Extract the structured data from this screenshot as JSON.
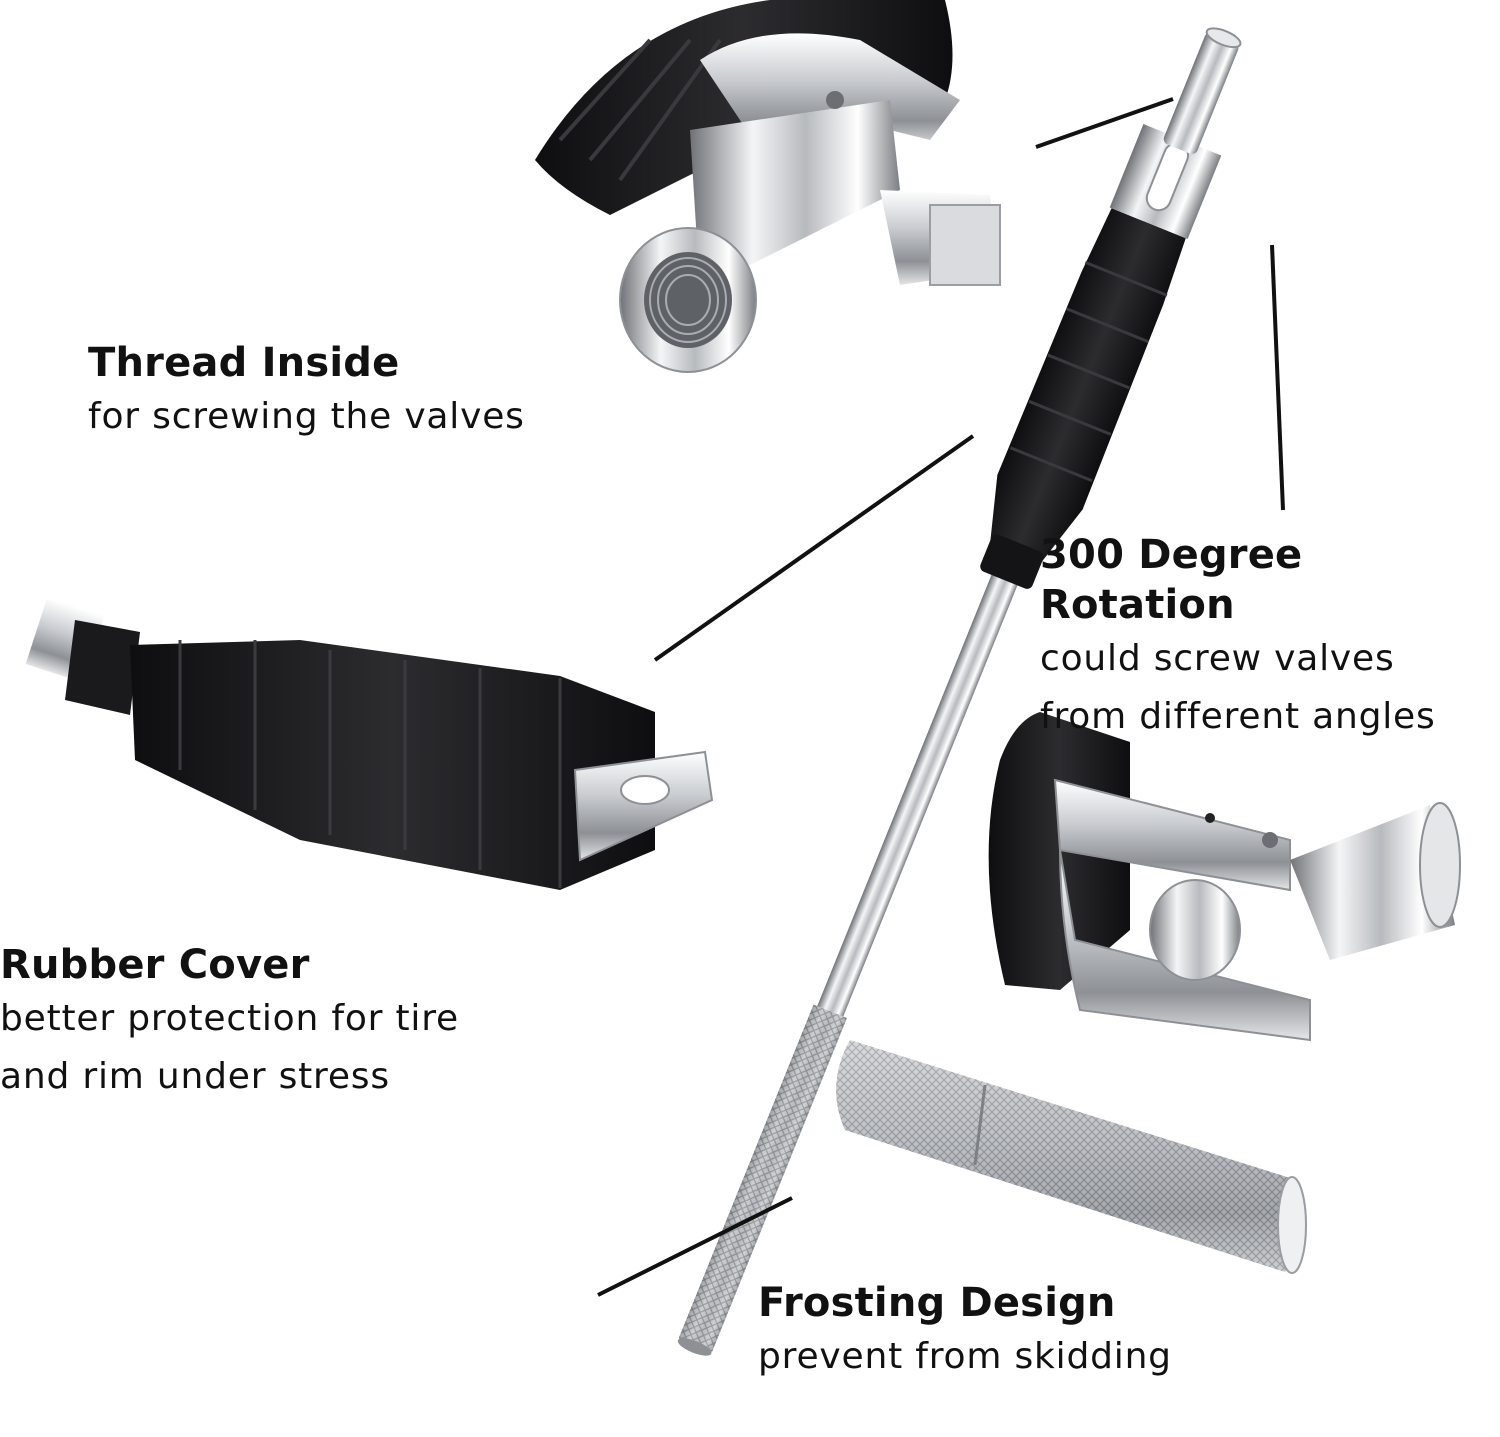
{
  "callouts": {
    "thread": {
      "title": "Thread Inside",
      "desc": [
        "for screwing the valves"
      ]
    },
    "rotation": {
      "title": "300 Degree Rotation",
      "desc": [
        "could screw valves",
        "from different angles"
      ]
    },
    "rubber": {
      "title": "Rubber Cover",
      "desc": [
        "better protection for tire",
        "and rim under stress"
      ]
    },
    "frosting": {
      "title": "Frosting Design",
      "desc": [
        "prevent from skidding"
      ]
    }
  },
  "colors": {
    "text": "#111111",
    "chrome": "#c9cbce",
    "rubber": "#1c1c1e",
    "background": "#ffffff"
  }
}
